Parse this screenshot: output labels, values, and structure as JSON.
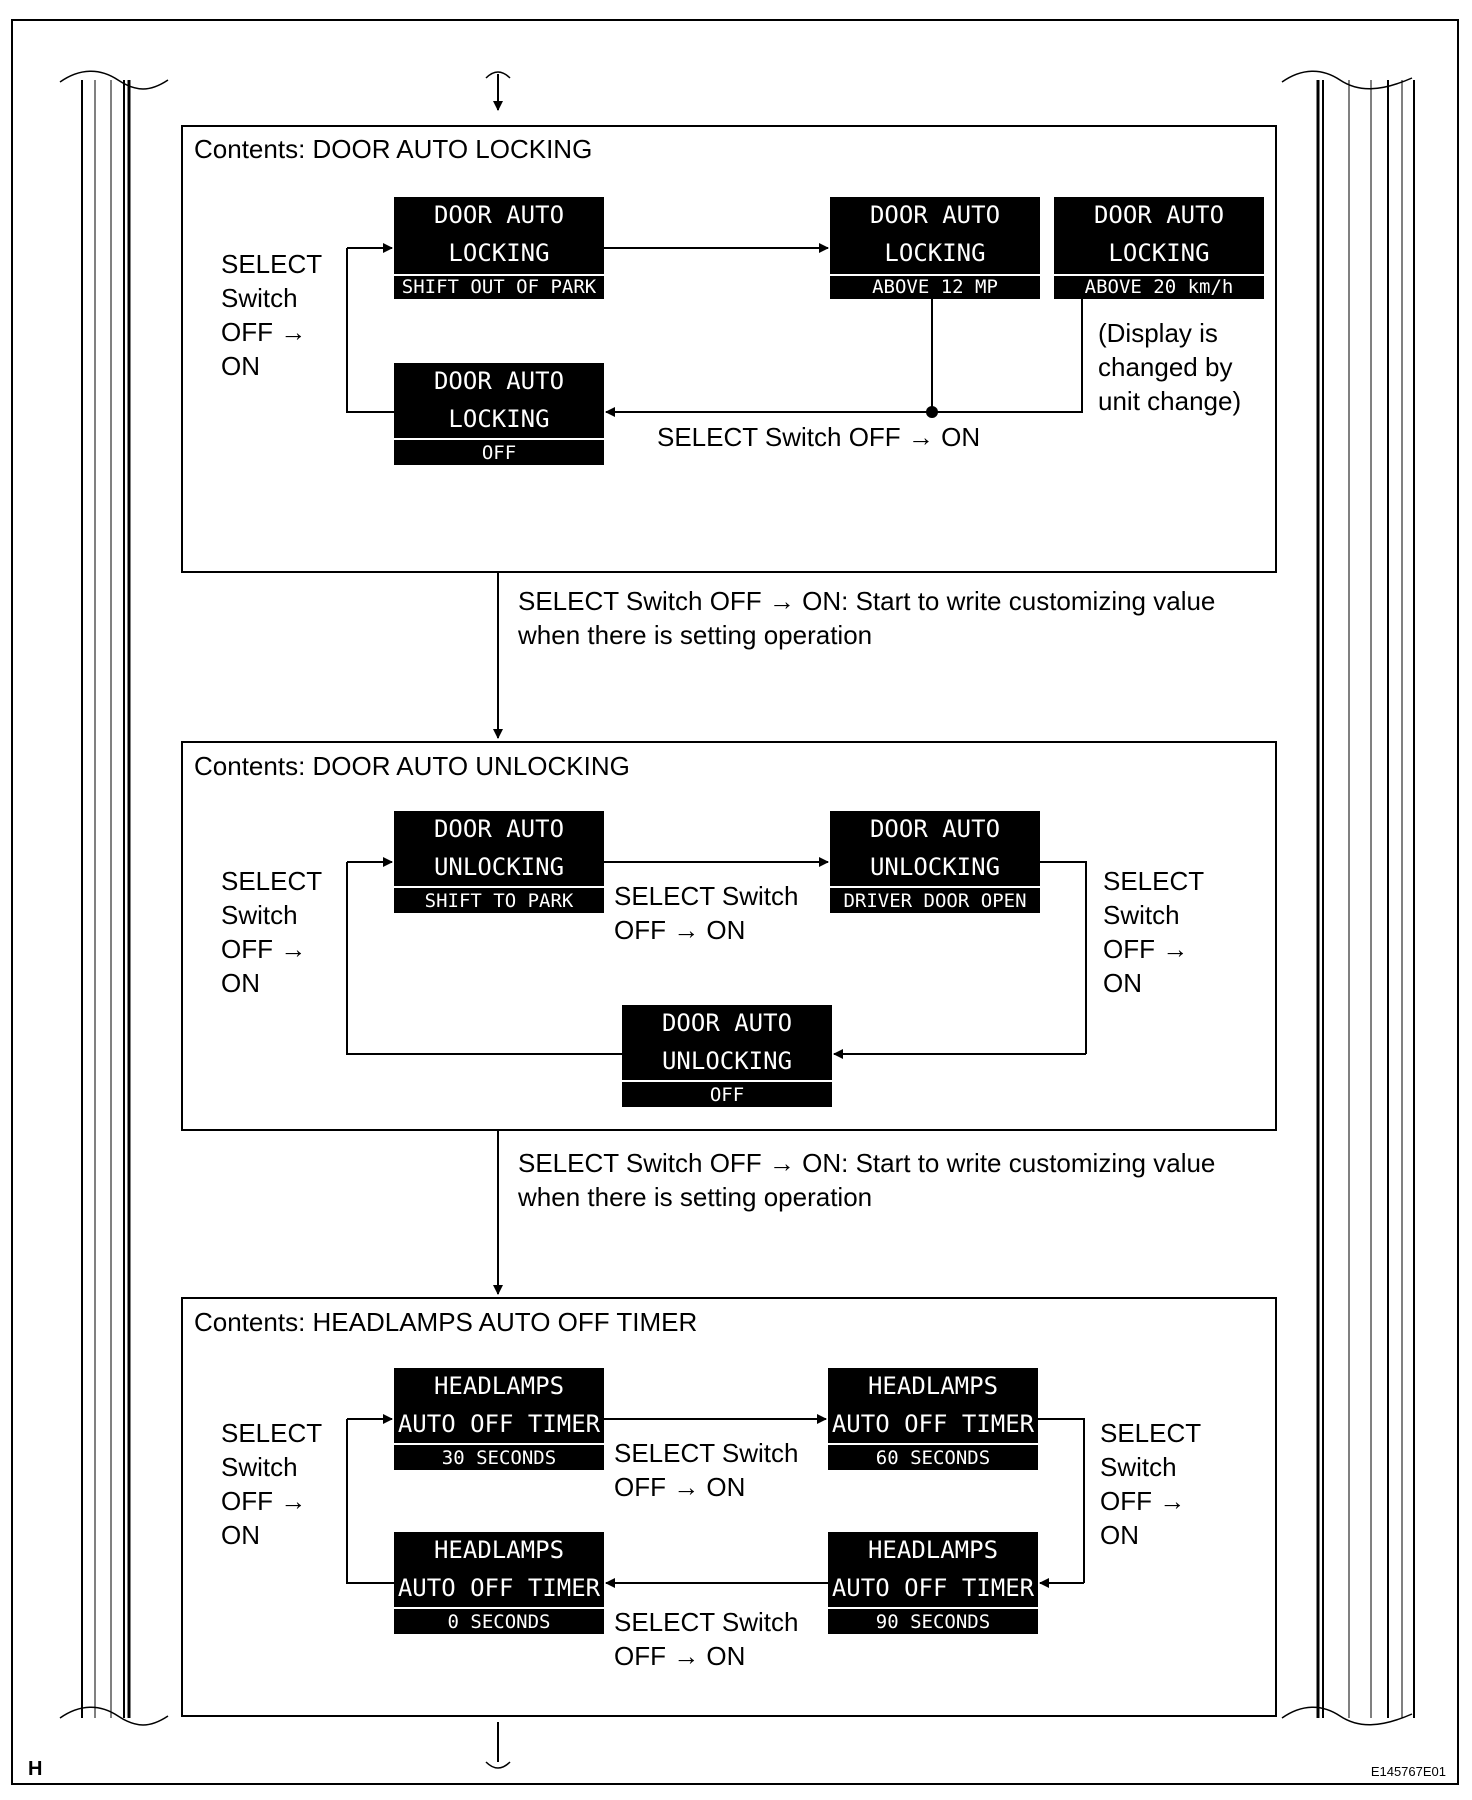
{
  "corner_label": "H",
  "figure_code": "E145767E01",
  "sections": [
    {
      "title": "Contents: DOOR AUTO LOCKING",
      "left_label": [
        "SELECT",
        "Switch",
        "OFF →",
        "ON"
      ],
      "displays": [
        {
          "line1": "DOOR  AUTO",
          "line2": "LOCKING",
          "status": "SHIFT OUT OF PARK"
        },
        {
          "line1": "DOOR  AUTO",
          "line2": "LOCKING",
          "status": "ABOVE  12  MP"
        },
        {
          "line1": "DOOR  AUTO",
          "line2": "LOCKING",
          "status": "ABOVE  20 km/h"
        },
        {
          "line1": "DOOR  AUTO",
          "line2": "LOCKING",
          "status": "OFF"
        }
      ],
      "bottom_label": "SELECT Switch OFF → ON",
      "note": [
        "(Display is",
        "changed by",
        "unit change)"
      ]
    },
    {
      "title": "Contents: DOOR AUTO UNLOCKING",
      "left_label": [
        "SELECT",
        "Switch",
        "OFF →",
        "ON"
      ],
      "right_label": [
        "SELECT",
        "Switch",
        "OFF →",
        "ON"
      ],
      "middle_label": [
        "SELECT Switch",
        "OFF → ON"
      ],
      "displays": [
        {
          "line1": "DOOR  AUTO",
          "line2": "UNLOCKING",
          "status": "SHIFT  TO  PARK"
        },
        {
          "line1": "DOOR  AUTO",
          "line2": "UNLOCKING",
          "status": "DRIVER DOOR OPEN"
        },
        {
          "line1": "DOOR  AUTO",
          "line2": "UNLOCKING",
          "status": "OFF"
        }
      ]
    },
    {
      "title": "Contents: HEADLAMPS AUTO OFF TIMER",
      "left_label": [
        "SELECT",
        "Switch",
        "OFF →",
        "ON"
      ],
      "right_label": [
        "SELECT",
        "Switch",
        "OFF →",
        "ON"
      ],
      "middle_label_top": [
        "SELECT Switch",
        "OFF → ON"
      ],
      "middle_label_bottom": [
        "SELECT Switch",
        "OFF → ON"
      ],
      "displays": [
        {
          "line1": "HEADLAMPS",
          "line2": "AUTO OFF TIMER",
          "status": "30  SECONDS"
        },
        {
          "line1": "HEADLAMPS",
          "line2": "AUTO OFF TIMER",
          "status": "60  SECONDS"
        },
        {
          "line1": "HEADLAMPS",
          "line2": "AUTO OFF TIMER",
          "status": "0  SECONDS"
        },
        {
          "line1": "HEADLAMPS",
          "line2": "AUTO OFF TIMER",
          "status": "90  SECONDS"
        }
      ]
    }
  ],
  "transitions": [
    [
      "SELECT Switch OFF → ON: Start to write customizing value",
      "when there is setting operation"
    ],
    [
      "SELECT Switch OFF → ON: Start to write customizing value",
      "when there is setting operation"
    ]
  ]
}
